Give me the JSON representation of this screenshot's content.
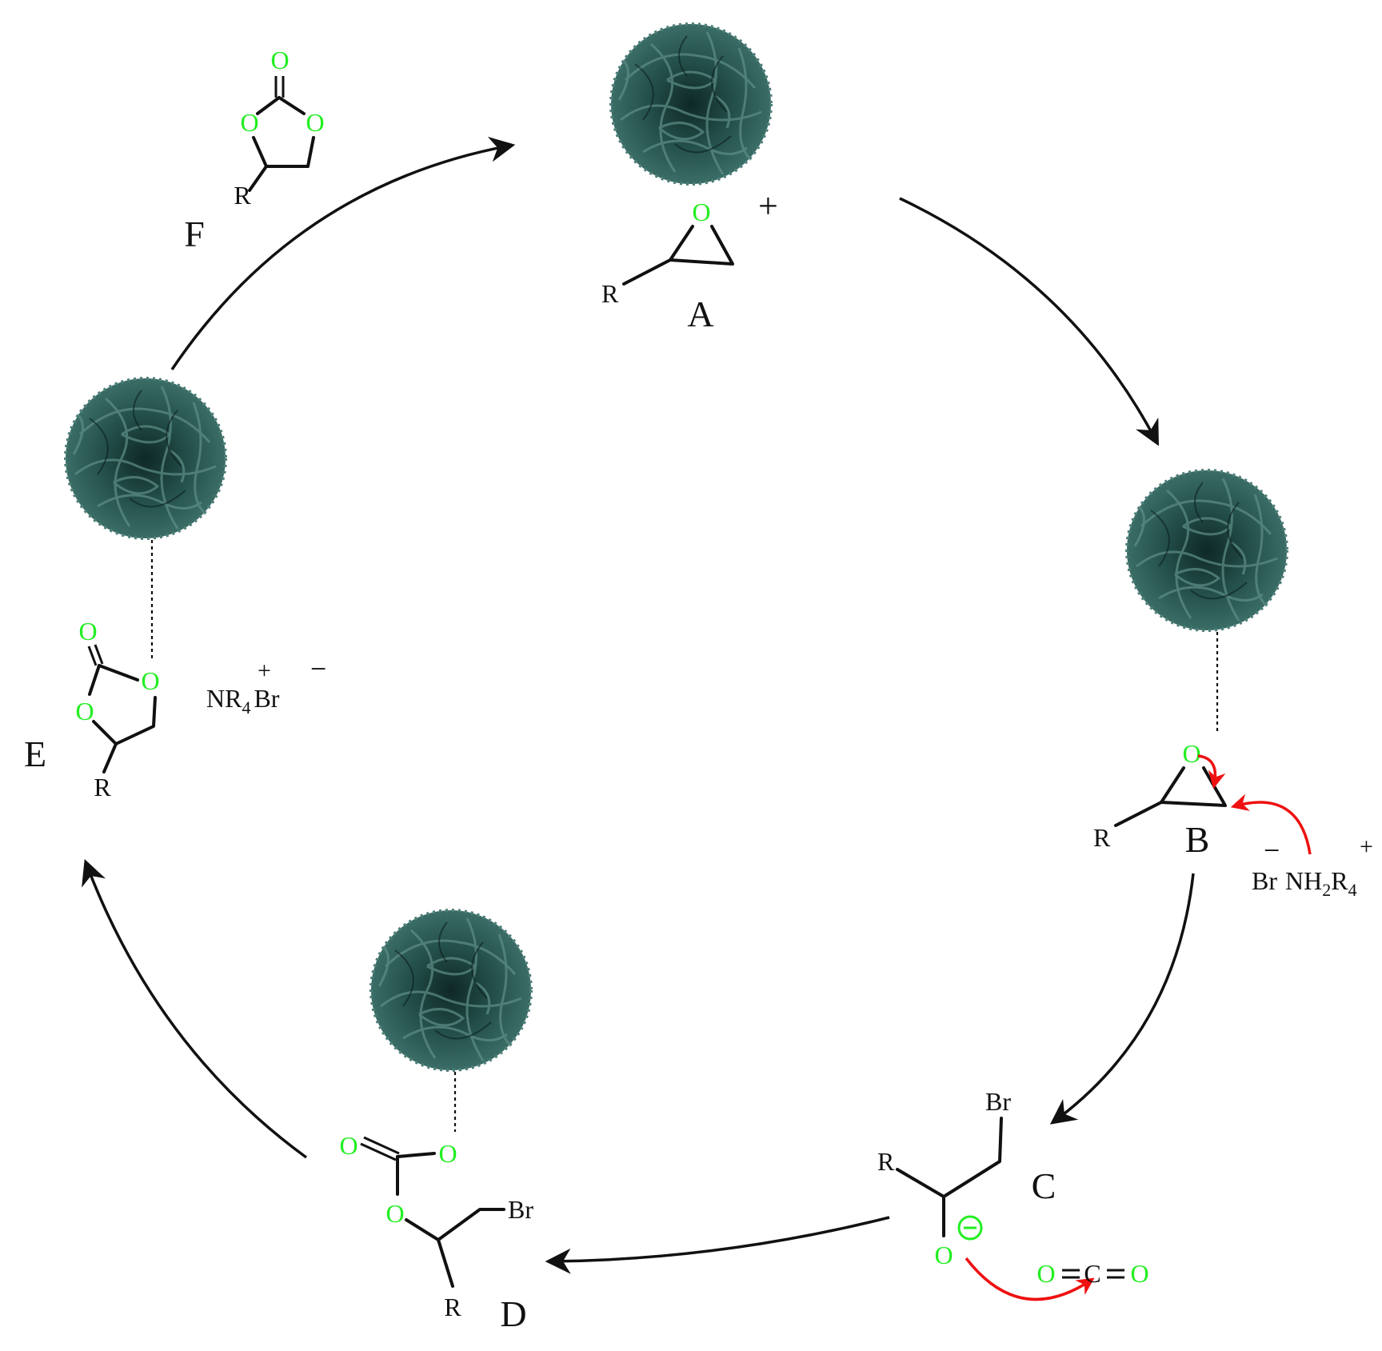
{
  "colors": {
    "oxygen": "#22ee22",
    "sphere": "#2e5a55",
    "arrow": "#111111",
    "mechanism_arrow": "#ee1111"
  },
  "icons": [
    "catalyst-sphere-icon"
  ],
  "labels": {
    "A": "A",
    "B": "B",
    "C": "C",
    "D": "D",
    "E": "E",
    "F": "F"
  },
  "atoms": {
    "O": "O",
    "R": "R",
    "Br": "Br",
    "C": "C",
    "N": "N",
    "NR": "NR",
    "NH": "NH",
    "H": "H",
    "sub4": "4",
    "sub2": "2"
  },
  "charges": {
    "plus": "+",
    "minus": "−"
  }
}
